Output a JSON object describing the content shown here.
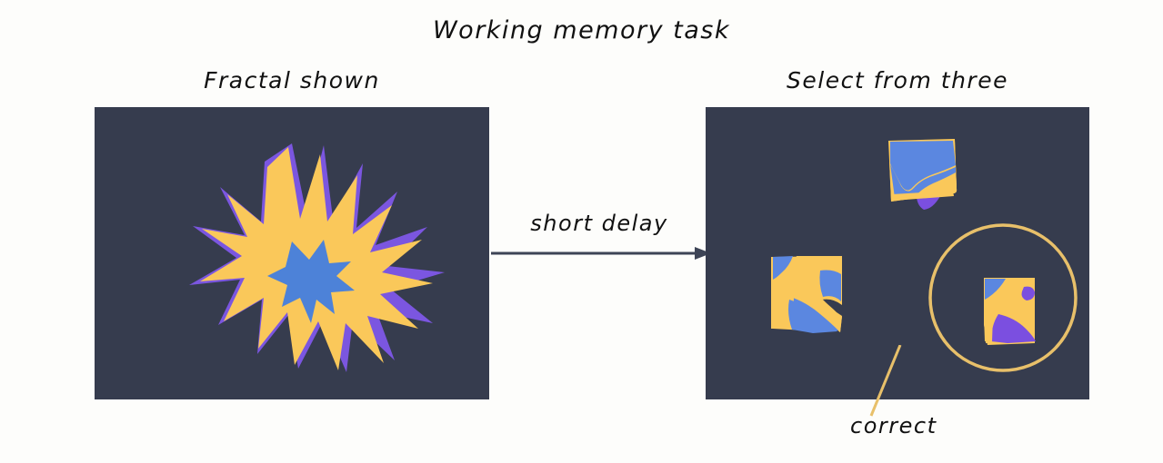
{
  "figure": {
    "title": "Working memory task",
    "background_color": "#fdfdfb"
  },
  "panels": {
    "left": {
      "caption": "Fractal shown",
      "background_color": "#363c4e",
      "stimulus_name": "starburst-fractal",
      "colors": {
        "spikes": "#7b56e0",
        "body": "#fac85a",
        "core": "#4d82d8"
      }
    },
    "right": {
      "caption": "Select from three",
      "background_color": "#363c4e",
      "option_count": 3,
      "options": [
        {
          "name": "option-top",
          "position": "top-center",
          "correct": false
        },
        {
          "name": "option-left",
          "position": "middle-left",
          "correct": false
        },
        {
          "name": "option-bottom-right",
          "position": "bottom-right",
          "correct": true
        }
      ],
      "colors": {
        "yellow": "#fac85a",
        "blue": "#5b87e0",
        "purple": "#7b4fe0"
      }
    }
  },
  "transition": {
    "label": "short delay",
    "arrow": "right-arrow",
    "arrow_color": "#3d4456"
  },
  "annotation": {
    "label": "correct",
    "highlight_shape": "circle",
    "highlight_color": "#e8c06a"
  }
}
